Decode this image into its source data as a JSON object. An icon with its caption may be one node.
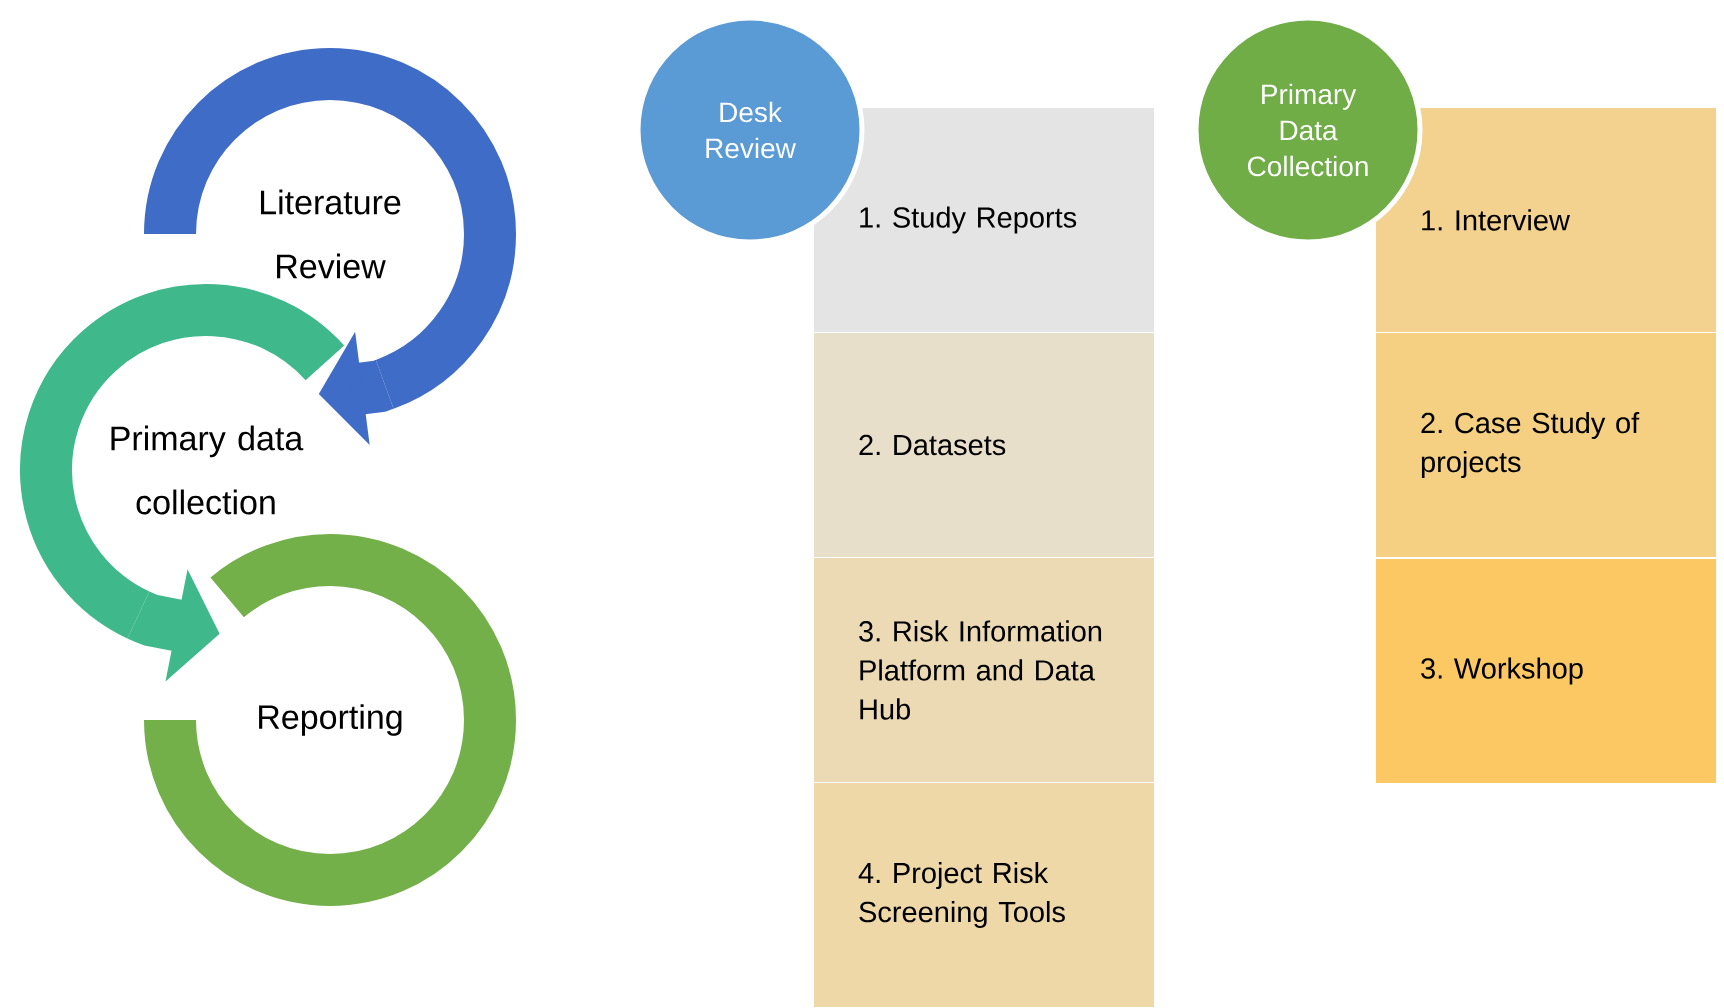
{
  "diagram": {
    "nodes": [
      {
        "text": [
          "Literature Review"
        ]
      },
      {
        "text": [
          "Primary data collection"
        ]
      },
      {
        "text": [
          "Reporting"
        ]
      },
      {
        "text": [
          "Desk Review"
        ]
      },
      {
        "text": [
          "1. Study Reports"
        ]
      },
      {
        "text": [
          "2. Datasets"
        ]
      },
      {
        "text": [
          "3. Risk Information Platform and Data Hub"
        ]
      },
      {
        "text": [
          "4. Project Risk Screening Tools"
        ]
      },
      {
        "text": [
          "Primary Data Collection"
        ]
      },
      {
        "text": [
          "1. Interview"
        ]
      },
      {
        "text": [
          "2. Case Study of projects"
        ]
      },
      {
        "text": [
          "3. Workshop"
        ]
      }
    ],
    "edges": [
      {
        "from": 0,
        "to": 1,
        "arrow": "to",
        "color": "#3f6cc6"
      },
      {
        "from": 1,
        "to": 2,
        "arrow": "to",
        "color": "#3fb98c"
      }
    ]
  }
}
